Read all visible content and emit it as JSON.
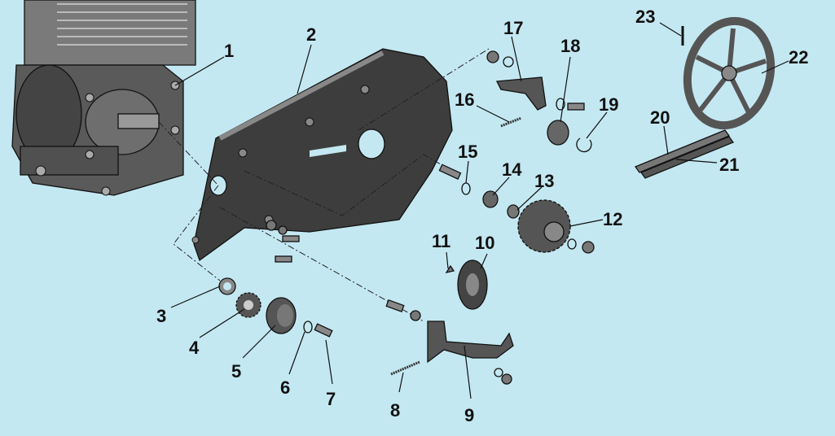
{
  "diagram": {
    "title": "Exploded parts view - drive housing",
    "colors": {
      "background": "#c4e8f2",
      "part_dark": "#3d3d3d",
      "part_mid": "#6a6a6a",
      "part_light": "#9a9a9a"
    },
    "callouts": [
      {
        "number": "1",
        "part": "engine"
      },
      {
        "number": "2",
        "part": "drive-housing-plate"
      },
      {
        "number": "3",
        "part": "spacer-washer"
      },
      {
        "number": "4",
        "part": "drive-sprocket"
      },
      {
        "number": "5",
        "part": "engine-pulley"
      },
      {
        "number": "6",
        "part": "washer"
      },
      {
        "number": "7",
        "part": "bolt"
      },
      {
        "number": "8",
        "part": "spring"
      },
      {
        "number": "9",
        "part": "idler-bracket"
      },
      {
        "number": "10",
        "part": "idler-pulley"
      },
      {
        "number": "11",
        "part": "key"
      },
      {
        "number": "12",
        "part": "gear"
      },
      {
        "number": "13",
        "part": "bushing"
      },
      {
        "number": "14",
        "part": "shaft-spacer"
      },
      {
        "number": "15",
        "part": "ring"
      },
      {
        "number": "16",
        "part": "spring"
      },
      {
        "number": "17",
        "part": "idler-arm"
      },
      {
        "number": "18",
        "part": "idler-wheel"
      },
      {
        "number": "19",
        "part": "snap-ring"
      },
      {
        "number": "20",
        "part": "belt"
      },
      {
        "number": "21",
        "part": "belt"
      },
      {
        "number": "22",
        "part": "drive-wheel"
      },
      {
        "number": "23",
        "part": "pin"
      }
    ]
  }
}
